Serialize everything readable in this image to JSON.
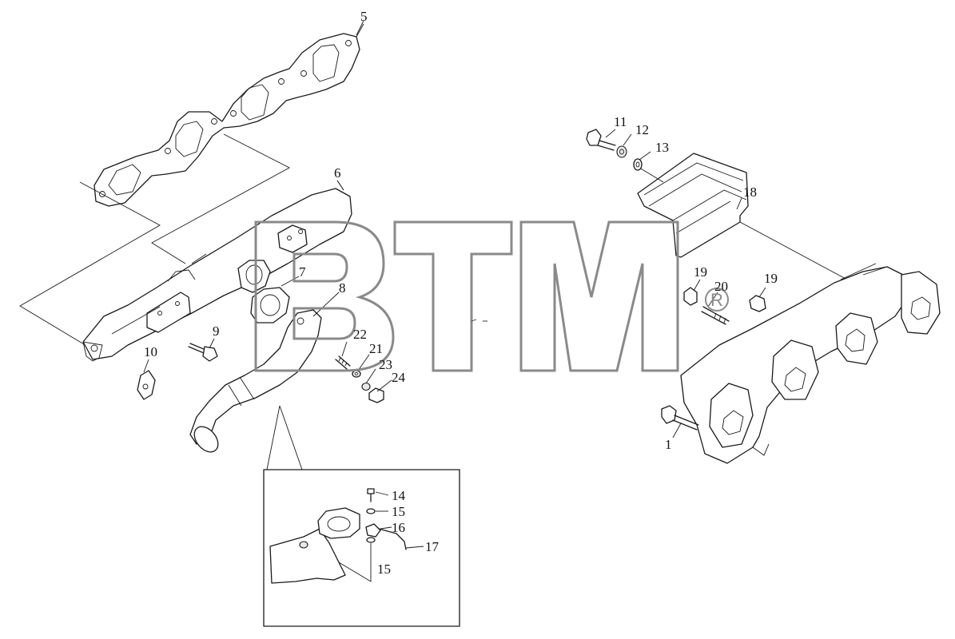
{
  "diagram": {
    "part_labels": [
      {
        "id": "p1",
        "text": "1"
      },
      {
        "id": "p5",
        "text": "5"
      },
      {
        "id": "p6",
        "text": "6"
      },
      {
        "id": "p7",
        "text": "7"
      },
      {
        "id": "p8",
        "text": "8"
      },
      {
        "id": "p9",
        "text": "9"
      },
      {
        "id": "p10",
        "text": "10"
      },
      {
        "id": "p11",
        "text": "11"
      },
      {
        "id": "p12",
        "text": "12"
      },
      {
        "id": "p13",
        "text": "13"
      },
      {
        "id": "p14",
        "text": "14"
      },
      {
        "id": "p15a",
        "text": "15"
      },
      {
        "id": "p15b",
        "text": "15"
      },
      {
        "id": "p16",
        "text": "16"
      },
      {
        "id": "p17",
        "text": "17"
      },
      {
        "id": "p18",
        "text": "18"
      },
      {
        "id": "p19a",
        "text": "19"
      },
      {
        "id": "p19b",
        "text": "19"
      },
      {
        "id": "p20",
        "text": "20"
      },
      {
        "id": "p21",
        "text": "21"
      },
      {
        "id": "p22",
        "text": "22"
      },
      {
        "id": "p23",
        "text": "23"
      },
      {
        "id": "p24",
        "text": "24"
      }
    ]
  },
  "watermark": {
    "text": "BTM",
    "registered_mark": "R"
  },
  "colors": {
    "line": "#1a1a1a",
    "watermark": "#8a8a8a",
    "background": "#ffffff"
  }
}
